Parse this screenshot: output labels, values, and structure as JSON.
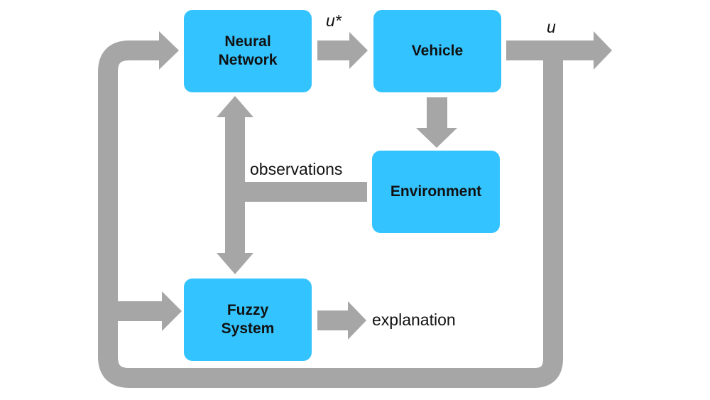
{
  "colors": {
    "block_fill": "#33c3ff",
    "arrow": "#a6a6a6",
    "text": "#111111"
  },
  "blocks": {
    "neural_network": "Neural Network",
    "vehicle": "Vehicle",
    "environment": "Environment",
    "fuzzy_system": "Fuzzy System"
  },
  "labels": {
    "u_star": "u*",
    "u": "u",
    "observations": "observations",
    "explanation": "explanation"
  }
}
